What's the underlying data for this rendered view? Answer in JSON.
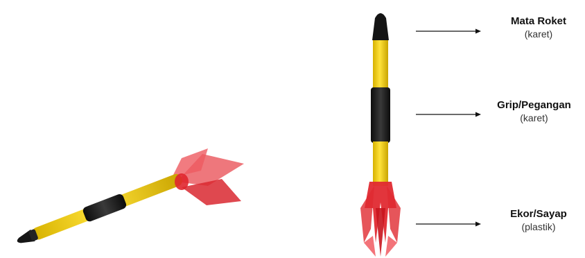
{
  "parts": {
    "tip": {
      "name": "Mata Roket",
      "material": "(karet)"
    },
    "grip": {
      "name": "Grip/Pegangan",
      "material": "(karet)"
    },
    "tail": {
      "name": "Ekor/Sayap",
      "material": "(plastik)"
    }
  },
  "colors": {
    "body": "#f2d21a",
    "rubber": "#1c1c1c",
    "fin": "#e3242b"
  }
}
